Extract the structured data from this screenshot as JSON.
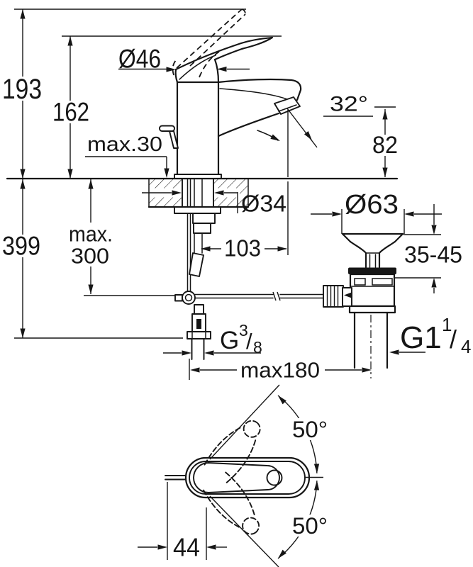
{
  "colors": {
    "line": "#161616",
    "background": "#ffffff"
  },
  "front_view": {
    "height_total": "193",
    "height_handle": "162",
    "handle_width": "Ø46",
    "deck_thickness_max": "max.30",
    "aerator_angle": "32°",
    "outlet_height": "82",
    "depth_total": "399",
    "rod_depth_line1": "max.",
    "rod_depth_line2": "300",
    "hole_dia": "Ø34",
    "spout_reach": "103",
    "waste_flange_dia": "Ø63",
    "clamping_range": "35-45",
    "rod_reach_max": "max180",
    "supply_thread": {
      "g": "G",
      "num": "3",
      "slash": "/",
      "den": "8"
    },
    "waste_thread": {
      "g": "G1",
      "num": "1",
      "slash": "/",
      "den": "4"
    }
  },
  "top_view": {
    "swing_upper": "50°",
    "swing_lower": "50°",
    "axis_offset": "44"
  }
}
